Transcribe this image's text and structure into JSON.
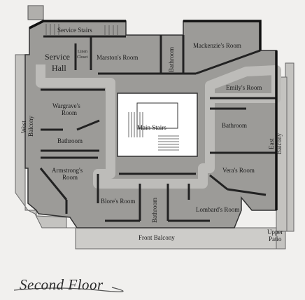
{
  "map": {
    "title": "Second Floor",
    "rooms": {
      "service_stairs": "Service Stairs",
      "service_hall": "Service Hall",
      "linen_closet": "Linen Closet",
      "marstons_room": "Marston's Room",
      "bathroom_top": "Bathroom",
      "mackenzies_room": "Mackenzie's Room",
      "emilys_room": "Emily's Room",
      "wargraves_room": "Wargrave's Room",
      "main_stairs": "Main Stairs",
      "bathroom_east": "Bathroom",
      "west_balcony": "West Balcony",
      "bathroom_west": "Bathroom",
      "east_balcony": "East Balcony",
      "armstrongs_room": "Armstrong's Room",
      "veras_room": "Vera's Room",
      "blores_room": "Blore's Room",
      "bathroom_bottom": "Bathroom",
      "lombards_room": "Lombard's Room",
      "front_balcony": "Front Balcony",
      "upper_patio": "Upper Patio"
    }
  }
}
